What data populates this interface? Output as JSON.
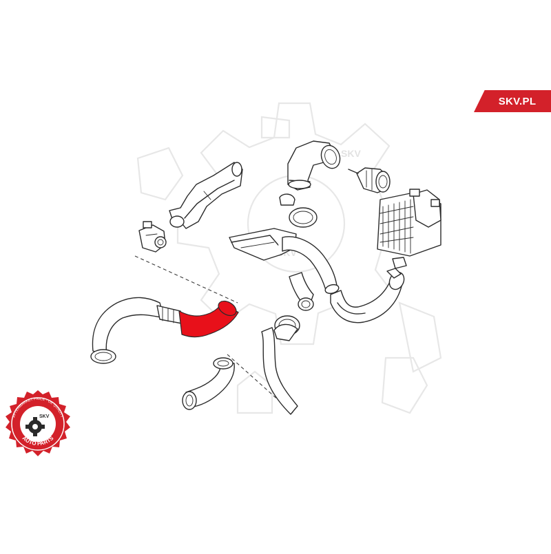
{
  "brand": {
    "name": "SKV.PL",
    "accent_color": "#d3212a"
  },
  "seal": {
    "center_text": "SKV",
    "ring_text_top": "AFTERMARKET PRICE - OE QUALITY",
    "ring_text_bottom": "AUTO PARTS",
    "color": "#d3212a"
  },
  "watermark": {
    "text": "SKV",
    "icon": "gear-icon"
  },
  "diagram": {
    "highlight_color": "#e8101a",
    "parts": [
      "throttle-body",
      "intake-pipe-bracket",
      "turbo-inlet-hose-upper",
      "mass-air-flow-sensor",
      "intercooler",
      "air-intake-duct",
      "charge-air-hose-right",
      "charge-air-hose-small",
      "charge-air-hose-long",
      "intercooler-hose-lower",
      "charge-air-hose-highlighted",
      "charge-air-hose-short"
    ]
  }
}
